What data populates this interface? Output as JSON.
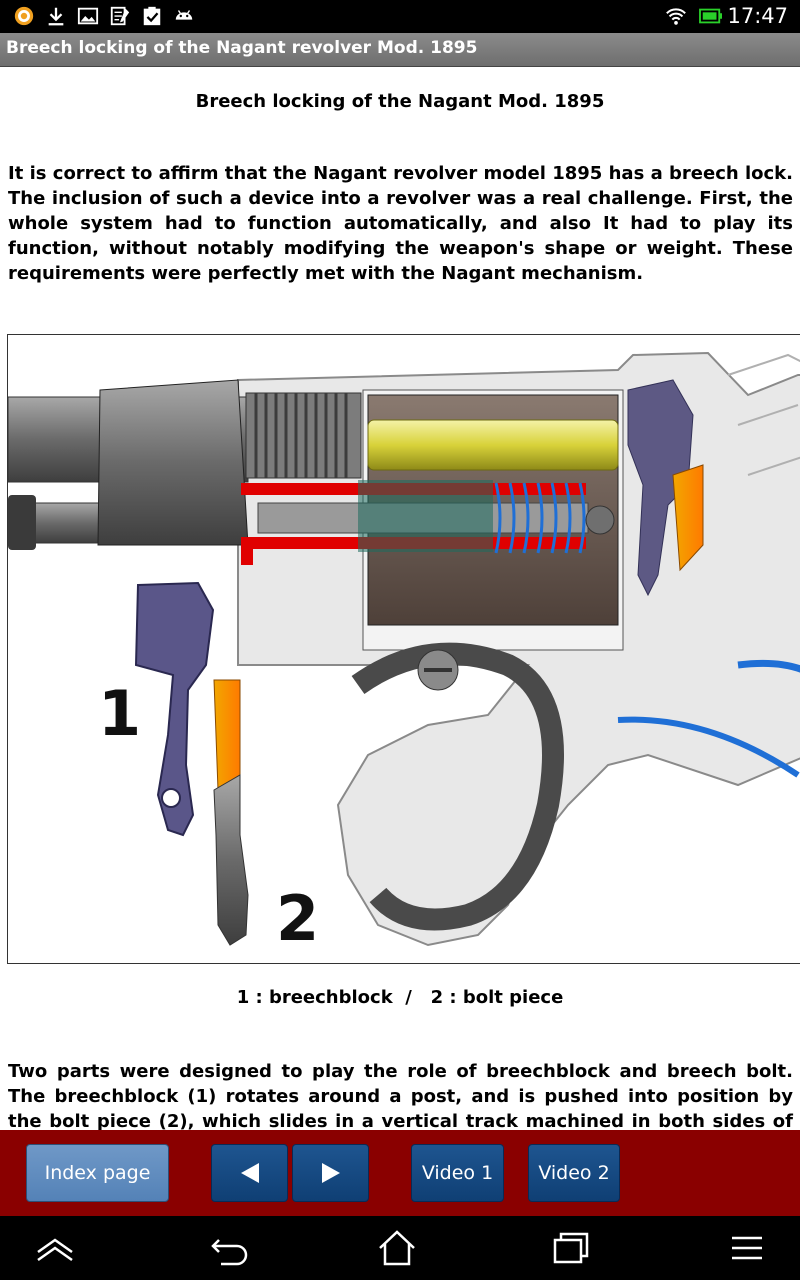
{
  "status_bar": {
    "time": "17:47",
    "left_icons": [
      "app-ring-icon",
      "download-icon",
      "image-icon",
      "notes-icon",
      "clipboard-check-icon",
      "android-icon"
    ],
    "right_icons": [
      "wifi-icon",
      "battery-icon"
    ]
  },
  "title_bar": {
    "title": "Breech locking of the Nagant revolver Mod. 1895"
  },
  "article": {
    "heading": "Breech locking of the Nagant Mod. 1895",
    "paragraph_1": "It is correct to affirm that the Nagant revolver model 1895 has a breech lock. The inclusion of such a device into a revolver was a real challenge. First, the whole system had to function automatically, and also It had to play its function, without notably modifying the weapon's shape or weight. These requirements were perfectly met with the Nagant mechanism.",
    "figure": {
      "label_1": "1",
      "label_2": "2"
    },
    "caption": "1 : breechblock  /   2 : bolt piece",
    "paragraph_2": "Two parts were designed to play the role of breechblock and breech bolt. The breechblock (1) rotates around a post, and is pushed into position by the bolt piece (2), which slides in a vertical track machined in both sides of the frame."
  },
  "nav_panel": {
    "index_label": "Index page",
    "prev_icon": "triangle-left-icon",
    "next_icon": "triangle-right-icon",
    "video1_label": "Video 1",
    "video2_label": "Video 2"
  },
  "system_nav": {
    "icons": [
      "up-chevron-icon",
      "back-icon",
      "home-icon",
      "recents-icon",
      "menu-icon"
    ]
  },
  "colors": {
    "nav_panel_bg": "#8a0000",
    "button_blue": "#0f3f74",
    "title_bar_gray": "#7a7a7a"
  }
}
